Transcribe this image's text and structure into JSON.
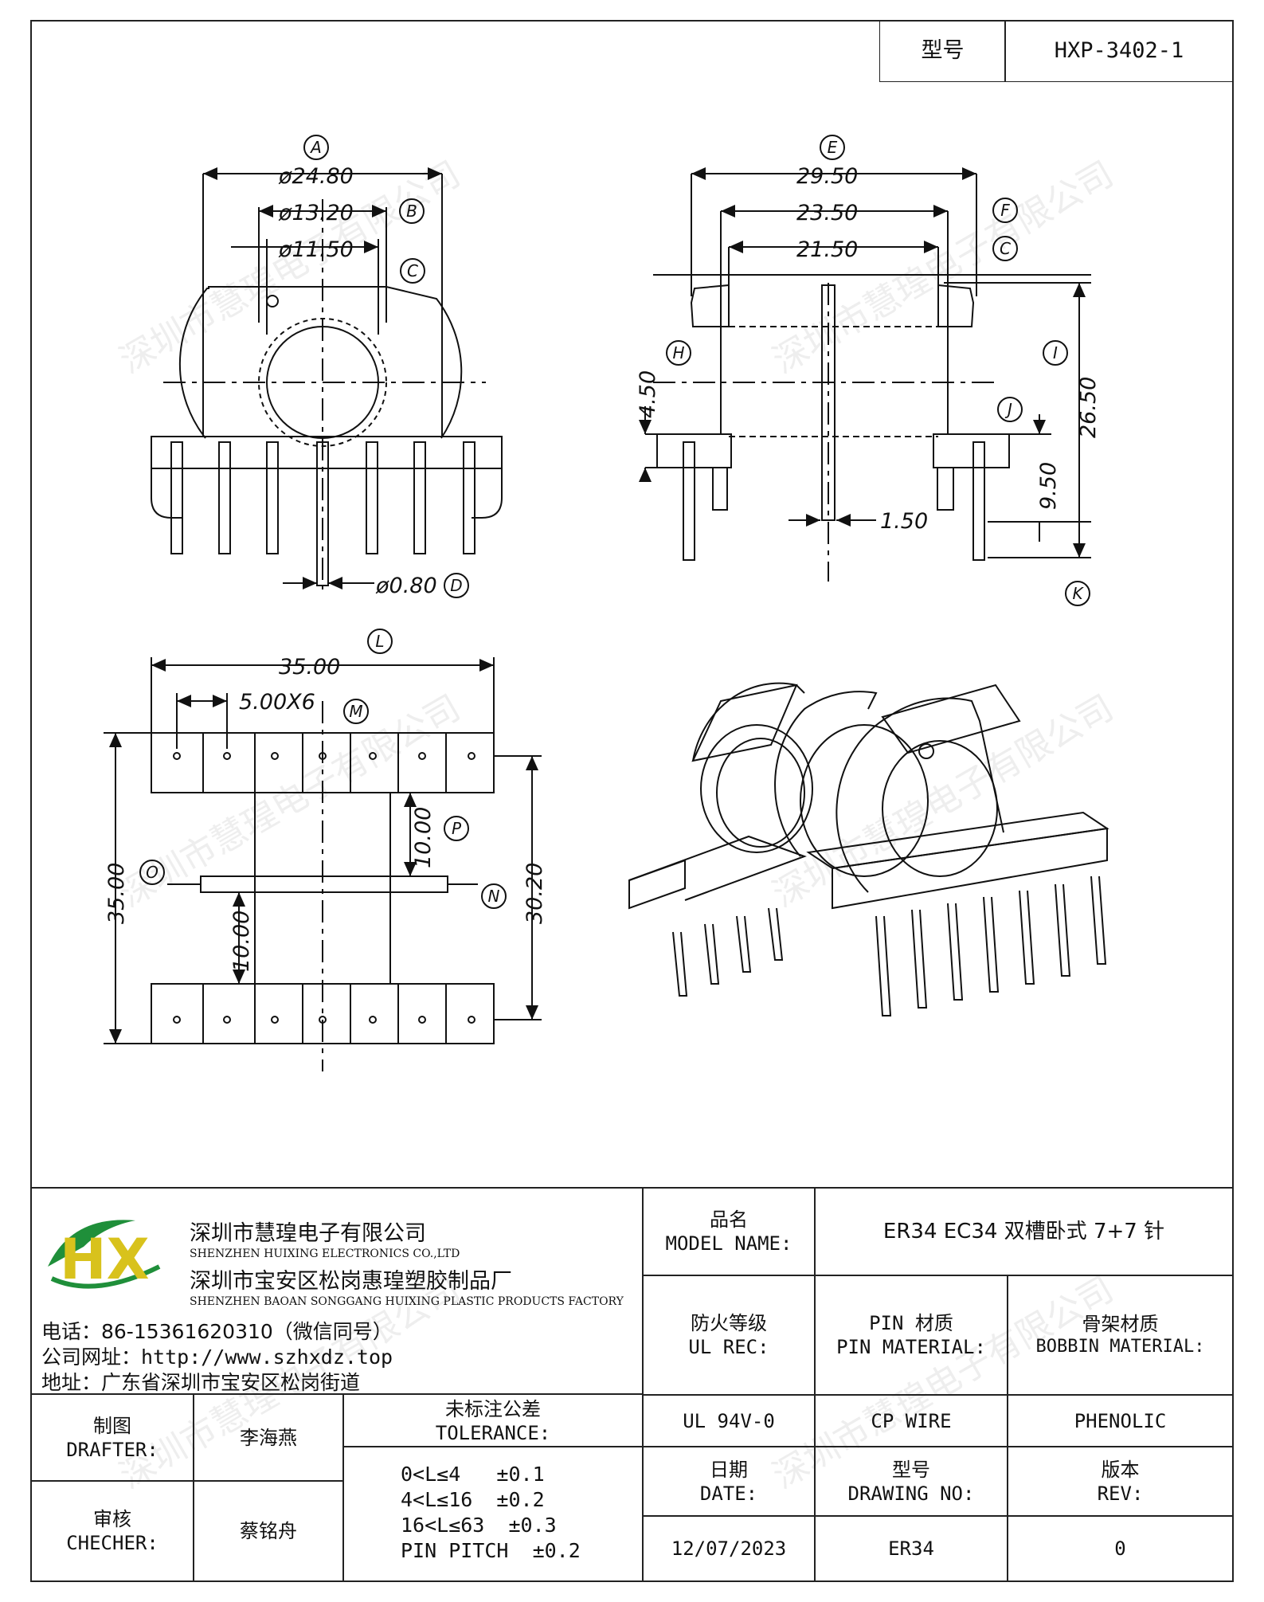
{
  "header": {
    "model_label": "型号",
    "model_value": "HXP-3402-1"
  },
  "watermark_text": "深圳市慧瑝电子有限公司",
  "drawing": {
    "front_view": {
      "dim_A": "ø24.80",
      "dim_B": "ø13.20",
      "dim_C": "ø11.50",
      "dim_D": "ø0.80",
      "tag_A": "A",
      "tag_B": "B",
      "tag_C": "C",
      "tag_D": "D"
    },
    "side_view": {
      "dim_E": "29.50",
      "dim_F": "23.50",
      "dim_G": "21.50",
      "dim_H": "4.50",
      "dim_I": "26.50",
      "dim_J": "9.50",
      "dim_K": "1.50",
      "tag_E": "E",
      "tag_F": "F",
      "tag_G": "C",
      "tag_H": "H",
      "tag_I": "I",
      "tag_J": "J",
      "tag_K": "K"
    },
    "bottom_view": {
      "dim_L": "35.00",
      "dim_M": "5.00X6",
      "dim_N": "30.20",
      "dim_O": "35.00",
      "dim_P": "10.00",
      "dim_Q": "10.00",
      "tag_L": "L",
      "tag_M": "M",
      "tag_N": "N",
      "tag_O": "O",
      "tag_P": "P"
    }
  },
  "company": {
    "name_cn": "深圳市慧瑝电子有限公司",
    "name_en": "SHENZHEN HUIXING ELECTRONICS CO.,LTD",
    "factory_cn": "深圳市宝安区松岗惠瑝塑胶制品厂",
    "factory_en": "SHENZHEN BAOAN SONGGANG HUIXING PLASTIC PRODUCTS FACTORY",
    "phone": "电话：86-15361620310（微信同号）",
    "website": "公司网址：http://www.szhxdz.top",
    "address": "地址：广东省深圳市宝安区松岗街道",
    "logo_text": "HX",
    "logo_colors": {
      "green": "#2e9b3a",
      "yellow": "#d8c21c",
      "arc": "#1f8f3a"
    }
  },
  "title_block": {
    "model_name_label_cn": "品名",
    "model_name_label_en": "MODEL NAME:",
    "model_name_value": "ER34 EC34 双槽卧式 7+7 针",
    "ul_label_cn": "防火等级",
    "ul_label_en": "UL REC:",
    "ul_value": "UL 94V-0",
    "pin_label_cn": "PIN 材质",
    "pin_label_en": "PIN MATERIAL:",
    "pin_value": "CP WIRE",
    "bobbin_label_cn": "骨架材质",
    "bobbin_label_en": "BOBBIN MATERIAL:",
    "bobbin_value": "PHENOLIC",
    "drafter_label_cn": "制图",
    "drafter_label_en": "DRAFTER:",
    "drafter_value": "李海燕",
    "checker_label_cn": "审核",
    "checker_label_en": "CHECHER:",
    "checker_value": "蔡铭舟",
    "tolerance_label_cn": "未标注公差",
    "tolerance_label_en": "TOLERANCE:",
    "tolerance_lines": [
      "0<L≤4   ±0.1",
      "4<L≤16  ±0.2",
      "16<L≤63  ±0.3",
      "PIN PITCH  ±0.2"
    ],
    "date_label_cn": "日期",
    "date_label_en": "DATE:",
    "date_value": "12/07/2023",
    "drawing_no_label_cn": "型号",
    "drawing_no_label_en": "DRAWING NO:",
    "drawing_no_value": "ER34",
    "rev_label_cn": "版本",
    "rev_label_en": "REV:",
    "rev_value": "0"
  }
}
